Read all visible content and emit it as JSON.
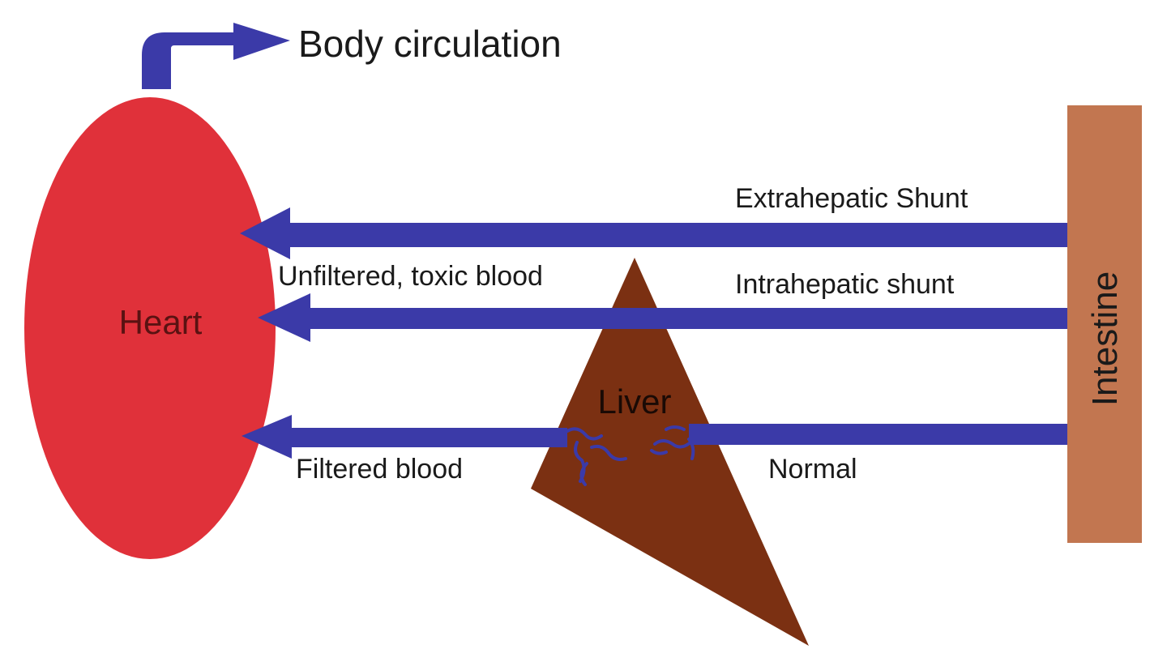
{
  "labels": {
    "body_circulation": "Body circulation",
    "heart": "Heart",
    "liver": "Liver",
    "intestine": "Intestine",
    "extrahepatic_shunt": "Extrahepatic Shunt",
    "intrahepatic_shunt": "Intrahepatic shunt",
    "unfiltered_blood": "Unfiltered, toxic blood",
    "filtered_blood": "Filtered blood",
    "normal": "Normal"
  },
  "colors": {
    "heart": "#e0313a",
    "liver": "#7b3012",
    "intestine": "#c27650",
    "arrow": "#3b3aa8",
    "text": "#1a1a1a",
    "heart_text": "#5a1212",
    "liver_text": "#1a0a05"
  }
}
